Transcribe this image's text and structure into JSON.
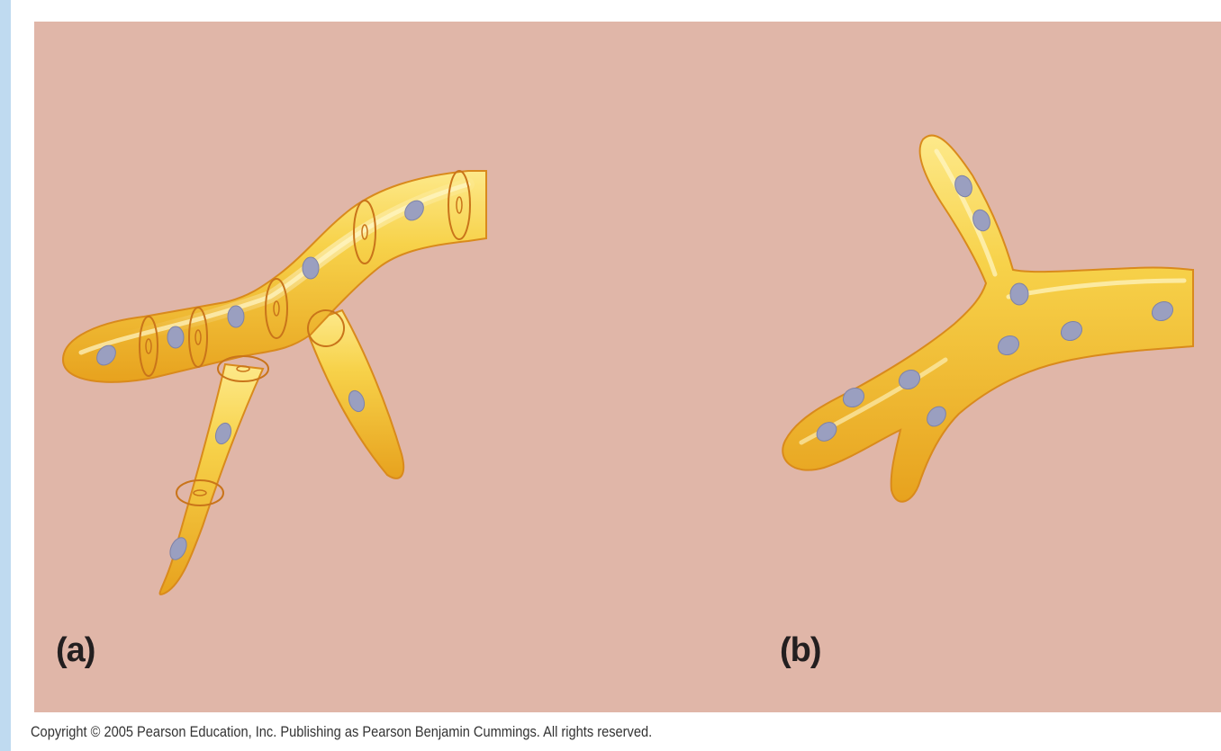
{
  "figure": {
    "label_a": "(a)",
    "label_b": "(b)",
    "copyright": "Copyright © 2005 Pearson Education, Inc. Publishing as Pearson Benjamin Cummings. All rights reserved."
  },
  "colors": {
    "background": "#e0b6a8",
    "hypha_fill": "#f5c842",
    "hypha_edge": "#d98a1c",
    "nucleus": "#9a9fc0"
  }
}
